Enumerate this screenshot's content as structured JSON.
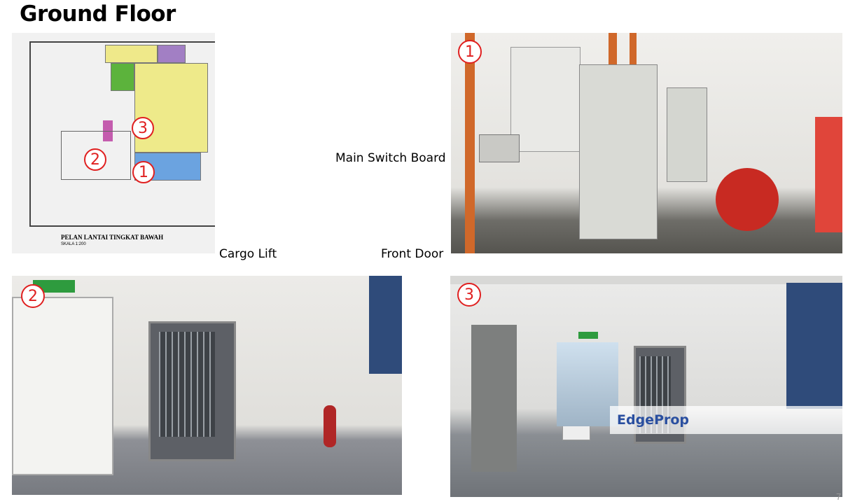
{
  "page": {
    "title": "Ground Floor",
    "page_number": "7"
  },
  "floor_plan": {
    "caption": "PELAN LANTAI TINGKAT BAWAH",
    "scale": "SKALA 1:200",
    "markers": [
      "1",
      "2",
      "3"
    ],
    "marker_color": "#e02020"
  },
  "photos": [
    {
      "marker": "1",
      "label": "Main Switch Board"
    },
    {
      "marker": "2",
      "label": "Cargo Lift"
    },
    {
      "marker": "3",
      "label": "Front Door"
    }
  ],
  "watermark": {
    "brand": "EdgeProp",
    "brand_color": "#2a4fa0"
  }
}
